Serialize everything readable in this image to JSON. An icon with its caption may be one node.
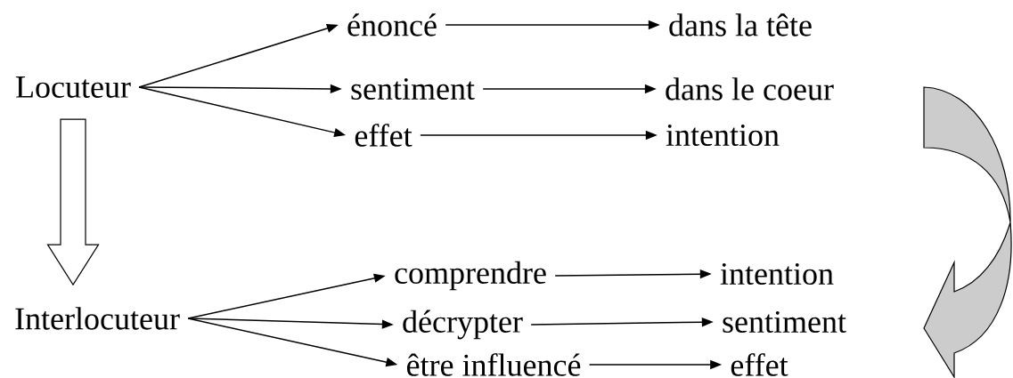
{
  "diagram": {
    "nodes": [
      {
        "text": [
          "Locuteur"
        ]
      },
      {
        "text": [
          "énoncé"
        ]
      },
      {
        "text": [
          "sentiment"
        ]
      },
      {
        "text": [
          "effet"
        ]
      },
      {
        "text": [
          "dans la tête"
        ]
      },
      {
        "text": [
          "dans le coeur"
        ]
      },
      {
        "text": [
          "intention"
        ]
      },
      {
        "text": [
          "Interlocuteur"
        ]
      },
      {
        "text": [
          "comprendre"
        ]
      },
      {
        "text": [
          "décrypter"
        ]
      },
      {
        "text": [
          "être influencé"
        ]
      },
      {
        "text": [
          "intention"
        ]
      },
      {
        "text": [
          "sentiment"
        ]
      },
      {
        "text": [
          "effet"
        ]
      }
    ],
    "edges": [
      {
        "from": 0,
        "to": 1,
        "arrow": "to"
      },
      {
        "from": 0,
        "to": 2,
        "arrow": "to"
      },
      {
        "from": 0,
        "to": 3,
        "arrow": "to"
      },
      {
        "from": 1,
        "to": 4,
        "arrow": "to"
      },
      {
        "from": 2,
        "to": 5,
        "arrow": "to"
      },
      {
        "from": 3,
        "to": 6,
        "arrow": "to"
      },
      {
        "from": 0,
        "to": 7,
        "arrow": "to",
        "style": "thick"
      },
      {
        "from": 7,
        "to": 8,
        "arrow": "to"
      },
      {
        "from": 7,
        "to": 9,
        "arrow": "to"
      },
      {
        "from": 7,
        "to": 10,
        "arrow": "to"
      },
      {
        "from": 8,
        "to": 11,
        "arrow": "to"
      },
      {
        "from": 9,
        "to": 12,
        "arrow": "to"
      },
      {
        "from": 10,
        "to": 13,
        "arrow": "to"
      }
    ]
  }
}
